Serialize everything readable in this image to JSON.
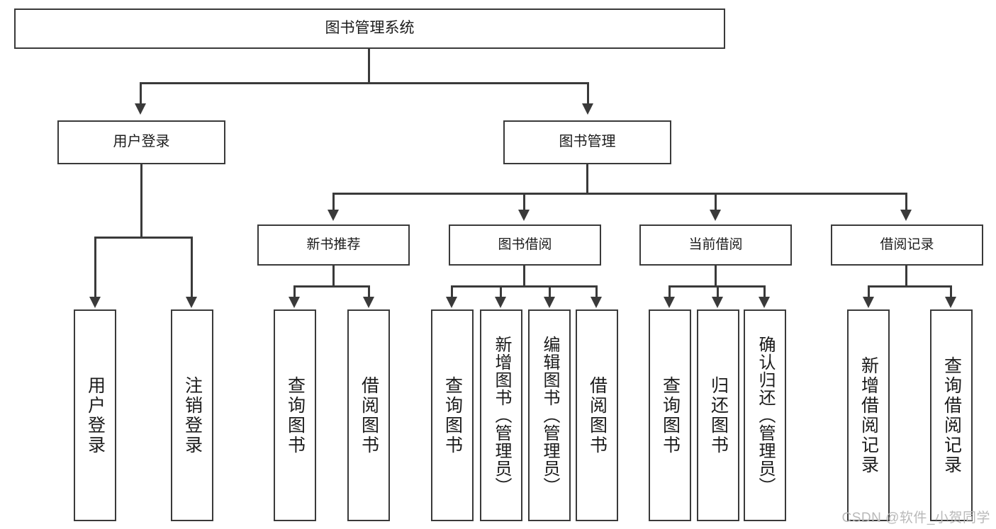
{
  "diagram": {
    "type": "tree-hierarchy-chart",
    "title": "图书管理系统",
    "root": {
      "label": "图书管理系统"
    },
    "level1": [
      {
        "label": "用户登录"
      },
      {
        "label": "图书管理"
      }
    ],
    "level2": [
      {
        "label": "新书推荐",
        "parent": "图书管理"
      },
      {
        "label": "图书借阅",
        "parent": "图书管理"
      },
      {
        "label": "当前借阅",
        "parent": "图书管理"
      },
      {
        "label": "借阅记录",
        "parent": "图书管理"
      }
    ],
    "leaves": {
      "user_login": [
        {
          "label": "用户登录"
        },
        {
          "label": "注销登录"
        }
      ],
      "new_book_recommend": [
        {
          "label": "查询图书"
        },
        {
          "label": "借阅图书"
        }
      ],
      "book_borrow": [
        {
          "label": "查询图书"
        },
        {
          "label": "新增图书（管理员）"
        },
        {
          "label": "编辑图书（管理员）"
        },
        {
          "label": "借阅图书"
        }
      ],
      "current_borrow": [
        {
          "label": "查询图书"
        },
        {
          "label": "归还图书"
        },
        {
          "label": "确认归还（管理员）"
        }
      ],
      "borrow_record": [
        {
          "label": "新增借阅记录"
        },
        {
          "label": "查询借阅记录"
        }
      ]
    }
  },
  "watermark": {
    "text": "CSDN @软件_小贺同学"
  },
  "colors": {
    "stroke": "#3a3a3a",
    "text": "#1b1b1b",
    "background": "#ffffff",
    "watermark": "#b9b9b9"
  }
}
